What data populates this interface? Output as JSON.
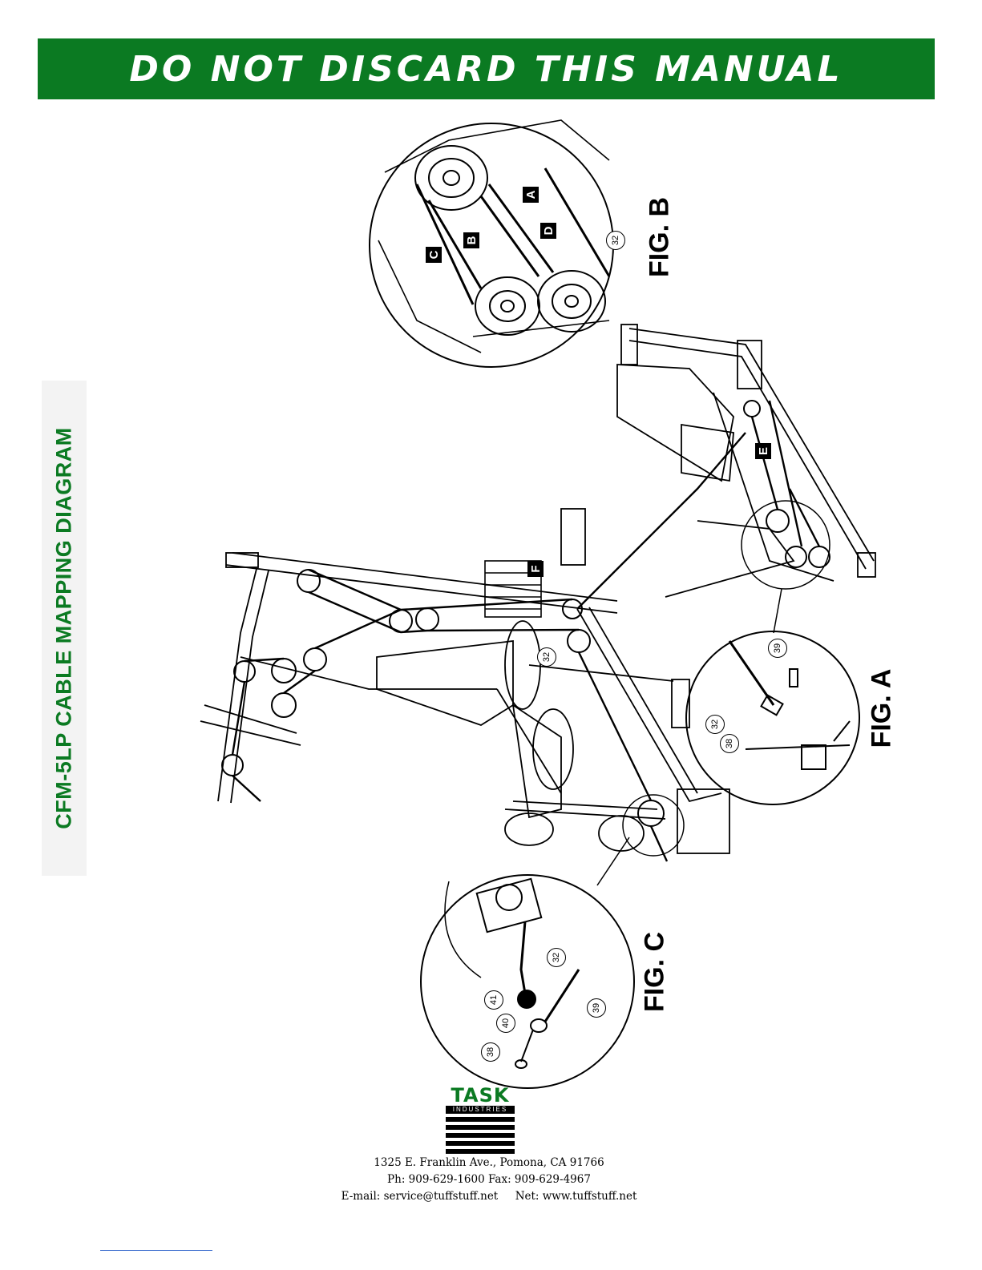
{
  "banner": {
    "text": "DO NOT DISCARD THIS MANUAL"
  },
  "side_title": "CFM-5LP CABLE MAPPING DIAGRAM",
  "figures": {
    "fig_a": "FIG. A",
    "fig_b": "FIG. B",
    "fig_c": "FIG. C"
  },
  "callouts": {
    "a": "A",
    "b": "B",
    "c": "C",
    "d": "D",
    "e": "E",
    "f": "F"
  },
  "part_numbers": {
    "cable": "32",
    "bolt": "39",
    "nut": "38",
    "washer": "40",
    "ball_stop": "41",
    "fig_c_nut": "38"
  },
  "logo": {
    "word": "TASK",
    "sub": "INDUSTRIES"
  },
  "address": {
    "street": "1325 E. Franklin Ave., Pomona, CA 91766",
    "phone": "Ph: 909-629-1600 Fax: 909-629-4967",
    "contact": "E-mail: service@tuffstuff.net     Net: www.tuffstuff.net"
  },
  "colors": {
    "brand_green": "#0b7a22"
  }
}
